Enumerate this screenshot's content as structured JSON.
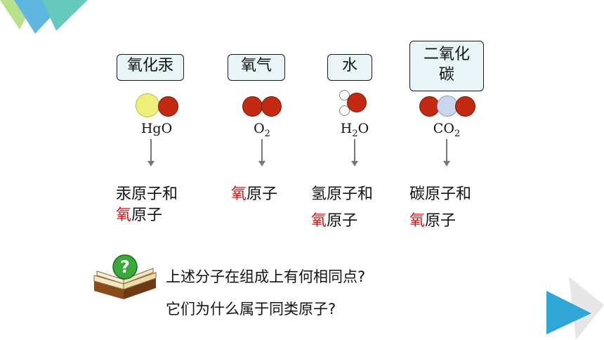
{
  "molecules": [
    {
      "label": "氧化汞",
      "formula_main": "HgO",
      "formula_sub": "",
      "desc_line1_pre": "",
      "desc_line1_red": "",
      "desc_line1_post": "汞原子和",
      "desc_line2_red": "氧",
      "desc_line2_post": "原子"
    },
    {
      "label": "氧气",
      "formula_main": "O",
      "formula_sub": "2",
      "desc_line1_pre": "",
      "desc_line1_red": "氧",
      "desc_line1_post": "原子",
      "desc_line2_red": "",
      "desc_line2_post": ""
    },
    {
      "label": "水",
      "formula_main": "H",
      "formula_sub": "2",
      "formula_tail": "O",
      "desc_line1_post": "氢原子和",
      "desc_line2_red": "氧",
      "desc_line2_post": "原子"
    },
    {
      "label_line1": "二氧化",
      "label_line2": "碳",
      "formula_main": "CO",
      "formula_sub": "2",
      "desc_line1_post": "碳原子和",
      "desc_line2_red": "氧",
      "desc_line2_post": "原子"
    }
  ],
  "questions": {
    "q1": "上述分子在组成上有何相同点?",
    "q2": "它们为什么属于同类原子?"
  },
  "colors": {
    "oxygen": "#c42a12",
    "mercury": "#eef07a",
    "carbon": "#c8d6ee",
    "highlight": "#e01010",
    "accent_teal": "#3cbfb0",
    "accent_blue": "#2fa6d6"
  }
}
